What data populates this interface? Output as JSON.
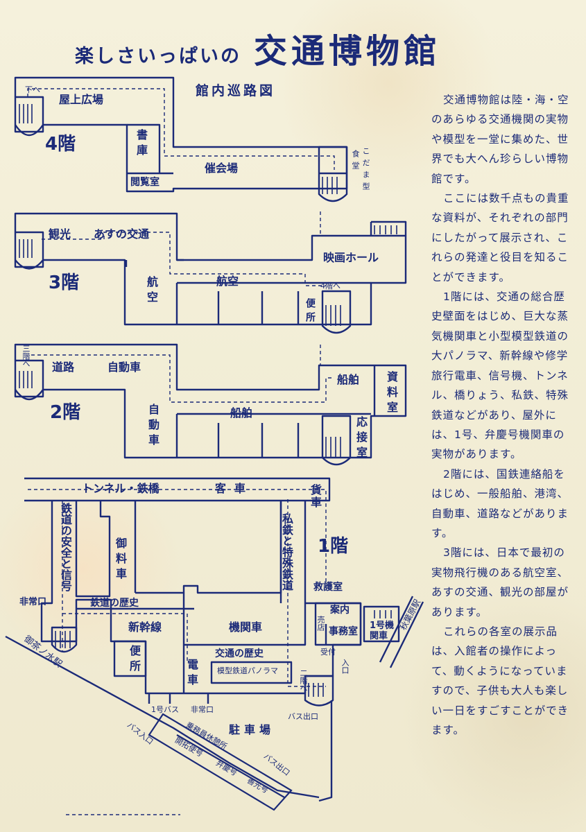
{
  "header": {
    "subtitle": "楽しさいっぱいの",
    "title": "交通博物館",
    "map_title": "館内巡路図"
  },
  "floor4": {
    "label": "4階",
    "down": "下へ",
    "rooftop": "屋上広場",
    "library": "書庫",
    "reading_room": "閲覧室",
    "event_hall": "催会場",
    "dining_car": "こだま型",
    "dining": "食堂"
  },
  "floor3": {
    "label": "3階",
    "tourism": "観光",
    "future": "あすの交通",
    "cinema": "映画ホール",
    "aviation_v": "航空",
    "aviation": "航空",
    "to4": "4階へ",
    "toilet": "便所"
  },
  "floor2": {
    "label": "2階",
    "to3": "三階へ",
    "road": "道路",
    "automobile": "自動車",
    "automobile_v": "自動車",
    "ships": "船舶",
    "ships2": "船舶",
    "archive": "資料室",
    "reception": "応接室"
  },
  "floor1": {
    "label": "1階",
    "tunnel": "トンネル・鉄橋",
    "coach": "客車",
    "freight": "貨車",
    "safety": "鉄道の安全と信号",
    "royal": "御料車",
    "private": "私鉄と特殊鉄道",
    "first_aid": "救護室",
    "emergency1": "非常口",
    "history": "鉄道の歴史",
    "shinkansen": "新幹線",
    "locomotives": "機関車",
    "info": "案内",
    "office": "事務室",
    "shop": "売店",
    "reception_desk": "受付",
    "no1_loco": "1号機関車",
    "akihabara": "秋葉原駅",
    "ochanomizu": "御茶ノ水駅",
    "toilet": "便所",
    "transport_history": "交通の歴史",
    "diorama": "模型鉄道パノラマ",
    "train": "電車",
    "entrance": "入口",
    "to2": "二階へ",
    "bus1": "1号バス",
    "emergency2": "非常口",
    "parking": "駐車場",
    "bus_exit1": "バス出口",
    "bus_entrance": "バス入口",
    "crew_lounge": "乗務員休憩所",
    "kaitaku": "開拓使号",
    "benkei": "弁慶号",
    "zenko": "善光号",
    "bus_exit2": "バス出口"
  },
  "description": [
    "交通博物館は陸・海・空のあらゆる交通機関の実物や模型を一堂に集めた、世界でも大へん珍らしい博物館です。",
    "ここには数千点もの貴重な資料が、それぞれの部門にしたがって展示され、これらの発達と役目を知ることができます。",
    "1階には、交通の総合歴史壁面をはじめ、巨大な蒸気機関車と小型模型鉄道の大パノラマ、新幹線や修学旅行電車、信号機、トンネル、橋りょう、私鉄、特殊鉄道などがあり、屋外には、1号、弁慶号機関車の実物があります。",
    "2階には、国鉄連絡船をはじめ、一般船舶、港湾、自動車、道路などがあります。",
    "3階には、日本で最初の実物飛行機のある航空室、あすの交通、観光の部屋があります。",
    "これらの各室の展示品は、入館者の操作によって、動くようになっていますので、子供も大人も楽しい一日をすごすことができます。"
  ],
  "colors": {
    "ink": "#1b2a78",
    "paper": "#f3efd9"
  }
}
